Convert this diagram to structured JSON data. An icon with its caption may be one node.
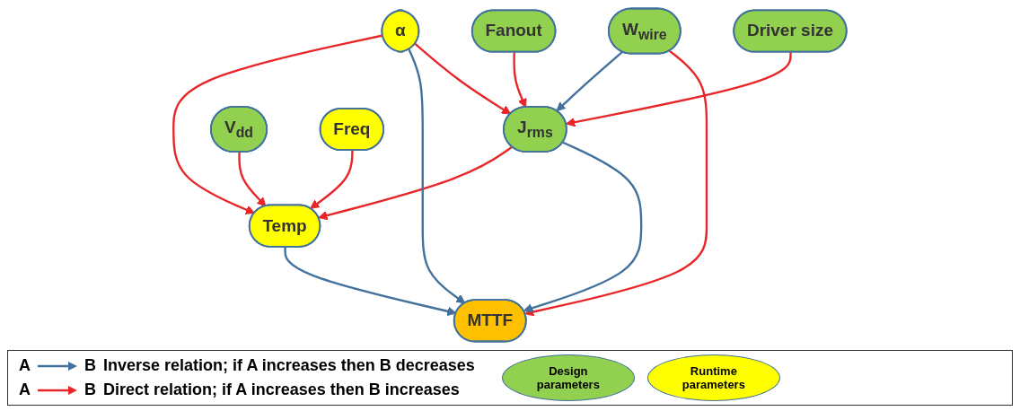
{
  "diagram": {
    "nodes": [
      {
        "text": [
          "Driver size"
        ]
      },
      {
        "text": [
          "Fanout"
        ]
      },
      {
        "text": [
          "W$_{wire}$"
        ]
      },
      {
        "text": [
          "J$_{rms}$"
        ]
      },
      {
        "text": [
          "V$_{dd}$"
        ]
      },
      {
        "text": [
          "MTTF"
        ]
      },
      {
        "text": [
          "Freq"
        ]
      },
      {
        "text": [
          "α"
        ]
      },
      {
        "text": [
          "Temp"
        ]
      }
    ],
    "edges": [
      {
        "from": 0,
        "to": 3,
        "arrow": "to"
      },
      {
        "from": 1,
        "to": 3,
        "arrow": "to"
      },
      {
        "from": 2,
        "to": 5,
        "arrow": "to"
      },
      {
        "from": 2,
        "to": 3,
        "arrow": "to",
        "color": "#41719c"
      },
      {
        "from": 7,
        "to": 3,
        "arrow": "to"
      },
      {
        "from": 3,
        "to": 5,
        "arrow": "to",
        "color": "#41719c"
      },
      {
        "from": 3,
        "to": 8,
        "arrow": "to"
      },
      {
        "from": 4,
        "to": 8,
        "arrow": "to"
      },
      {
        "from": 7,
        "to": 5,
        "arrow": "to",
        "color": "#41719c"
      },
      {
        "from": 8,
        "to": 5,
        "arrow": "to",
        "color": "#41719c"
      },
      {
        "from": 6,
        "to": 8,
        "arrow": "to"
      },
      {
        "from": 7,
        "to": 8,
        "arrow": "to"
      }
    ],
    "labels": [
      "A",
      "B",
      "A",
      "B"
    ],
    "legend": [
      {
        "text": "Inverse relation; if A increases then B decreases"
      },
      {
        "text": "Direct relation; if A increases then B increases"
      },
      {
        "text": "Design parameters",
        "color": "#92d050"
      },
      {
        "text": "Runtime parameters",
        "color": "#ffff00"
      }
    ]
  }
}
